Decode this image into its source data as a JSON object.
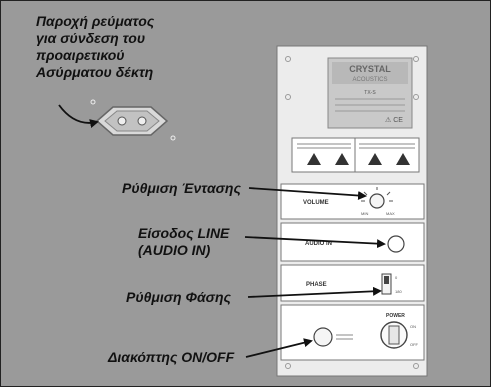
{
  "annotations": {
    "power_supply": [
      "Παροχή ρεύματος",
      "για σύνδεση του",
      "προαιρετικού",
      "Ασύρματου δέκτη"
    ],
    "volume": "Ρύθμιση Έντασης",
    "line_input": [
      "Είσοδος LINE",
      "(AUDIO IN)"
    ],
    "phase": "Ρύθμιση Φάσης",
    "power_switch": "Διακόπτης ON/OFF"
  },
  "panel": {
    "logo_top": "CRYSTAL",
    "logo_bottom": "ACOUSTICS",
    "model": "TX-S",
    "volume_label": "VOLUME",
    "volume_min": "MIN",
    "volume_max": "MAX",
    "audio_in_label": "AUDIO IN",
    "phase_label": "PHASE",
    "phase_0": "0",
    "phase_180": "180",
    "power_label": "POWER",
    "power_on": "ON",
    "power_off": "OFF"
  },
  "colors": {
    "background": "#9a9a9a",
    "panel": "#ececec",
    "label": "#111111",
    "arrow": "#111111"
  }
}
